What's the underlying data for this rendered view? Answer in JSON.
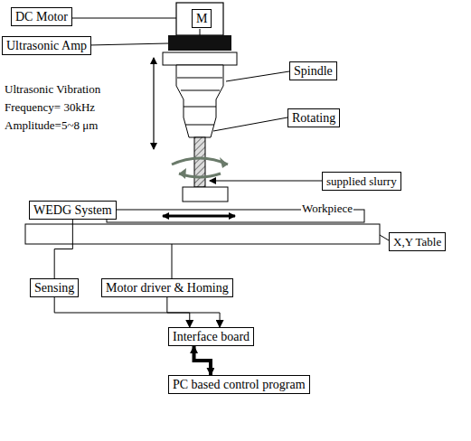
{
  "diagram": {
    "nodes": [
      {
        "text": [
          "DC Motor"
        ]
      },
      {
        "text": [
          "M"
        ]
      },
      {
        "text": [
          "Ultrasonic Amp"
        ]
      },
      {
        "text": [
          "Spindle"
        ]
      },
      {
        "text": [
          "Rotating"
        ]
      },
      {
        "text": [
          "supplied slurry"
        ]
      },
      {
        "text": [
          "WEDG System"
        ]
      },
      {
        "text": [
          "X,Y Table"
        ]
      },
      {
        "text": [
          "Sensing"
        ]
      },
      {
        "text": [
          "Motor driver & Homing"
        ]
      },
      {
        "text": [
          "Interface board"
        ]
      },
      {
        "text": [
          "PC based control program"
        ]
      }
    ],
    "edges": [
      {
        "from": 6,
        "to": 8,
        "arrow": "none"
      },
      {
        "from": 8,
        "to": 10,
        "arrow": "to"
      },
      {
        "from": 9,
        "to": 10,
        "arrow": "to"
      },
      {
        "from": 10,
        "to": 11,
        "arrow": "both"
      }
    ],
    "labels": [
      "Ultrasonic Vibration",
      "Frequency= 30kHz",
      "Amplitude=5~8 μm",
      "Workpiece"
    ]
  }
}
